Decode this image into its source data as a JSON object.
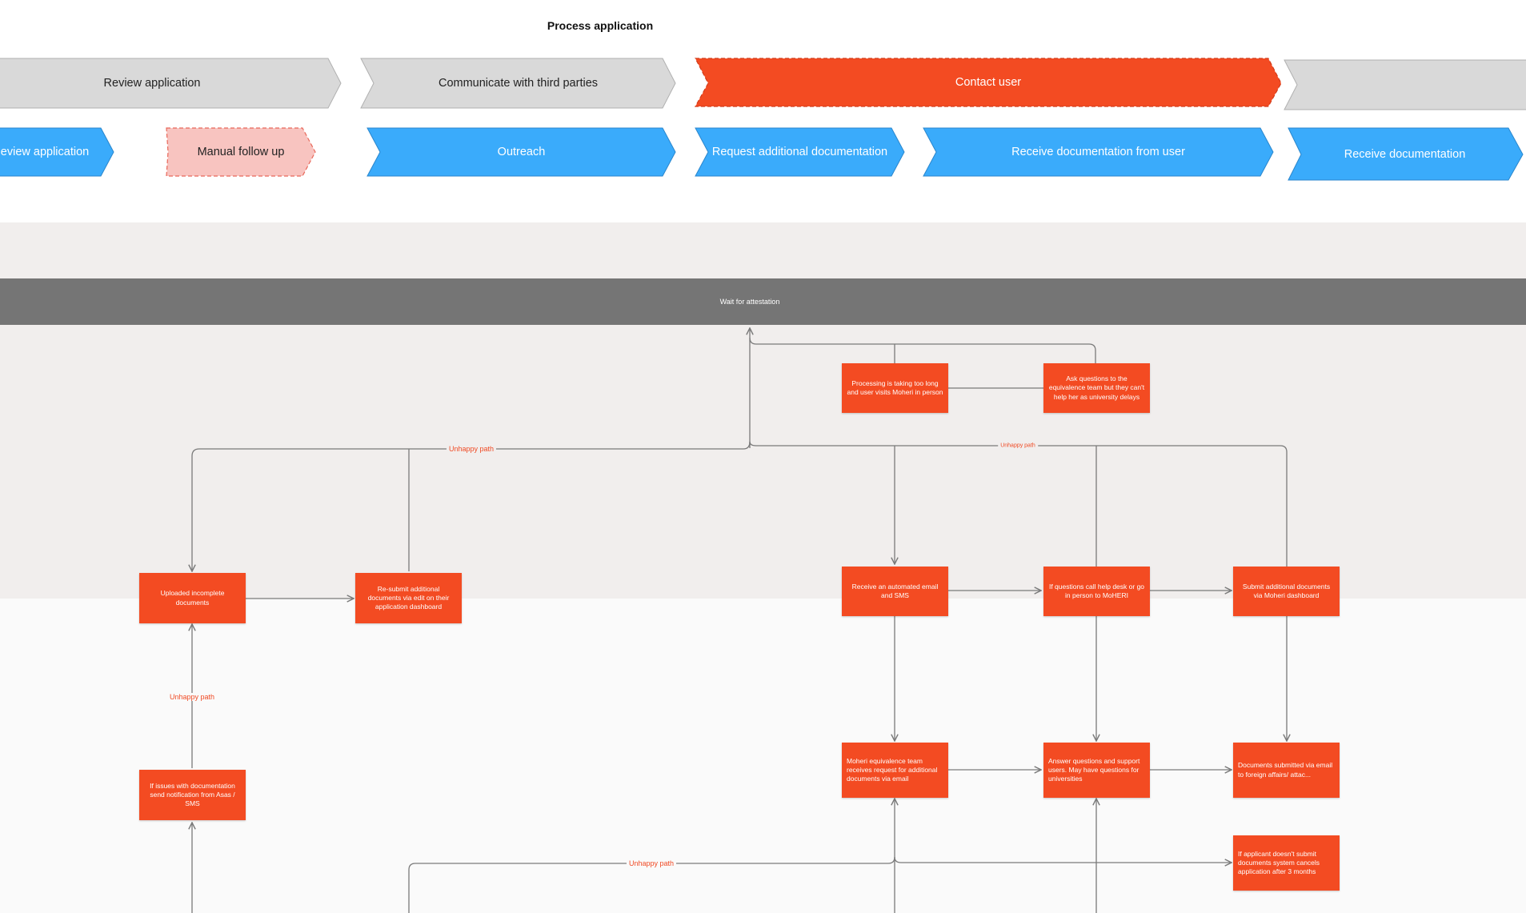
{
  "title": "Process application",
  "phases": [
    {
      "label": "Review application"
    },
    {
      "label": "Communicate with third parties"
    },
    {
      "label": "Contact user"
    },
    {
      "label": ""
    }
  ],
  "steps": [
    {
      "label": "eview application"
    },
    {
      "label": "Manual follow up"
    },
    {
      "label": "Outreach"
    },
    {
      "label": "Request additional documentation"
    },
    {
      "label": "Receive documentation from user"
    },
    {
      "label": "Receive documentation"
    }
  ],
  "band": {
    "label": "Wait for attestation"
  },
  "boxes": {
    "processing_long": "Processing is taking too long and user visits Moheri in person",
    "ask_questions": "Ask questions to the equivalence team but they can't help her as university delays",
    "uploaded_incomplete": "Uploaded incomplete documents",
    "resubmit": "Re-submit additional documents via edit on their application dashboard",
    "receive_email": "Receive an automated email and SMS",
    "call_helpdesk": "If questions call help desk or go in person to MoHERI",
    "submit_docs": "Submit additional documents via Moheri dashboard",
    "issues_doc": "If issues with documentation send notification from Asas / SMS",
    "moheri_team": "Moheri equivalence team receives request for additional documents via email",
    "answer_questions": "Answer questions and support users. May have questions for universities",
    "docs_submitted": "Documents submitted via email to foreign affairs/ attac...",
    "cancels": "If applicant doesn't submit documents system cancels application after 3 months"
  },
  "edge_labels": {
    "unhappy_top": "Unhappy path",
    "unhappy_right": "Unhappy path",
    "unhappy_left": "Unhappy path",
    "unhappy_bottom": "Unhappy path"
  },
  "colors": {
    "phase_gray": "#d9d9d9",
    "contact_red": "#f34b22",
    "step_blue": "#3aabfb",
    "step_pink": "#f8c4c0",
    "band_dark": "#757575",
    "lane_bg": "#f1eeed",
    "connector": "#7a7a7a"
  }
}
